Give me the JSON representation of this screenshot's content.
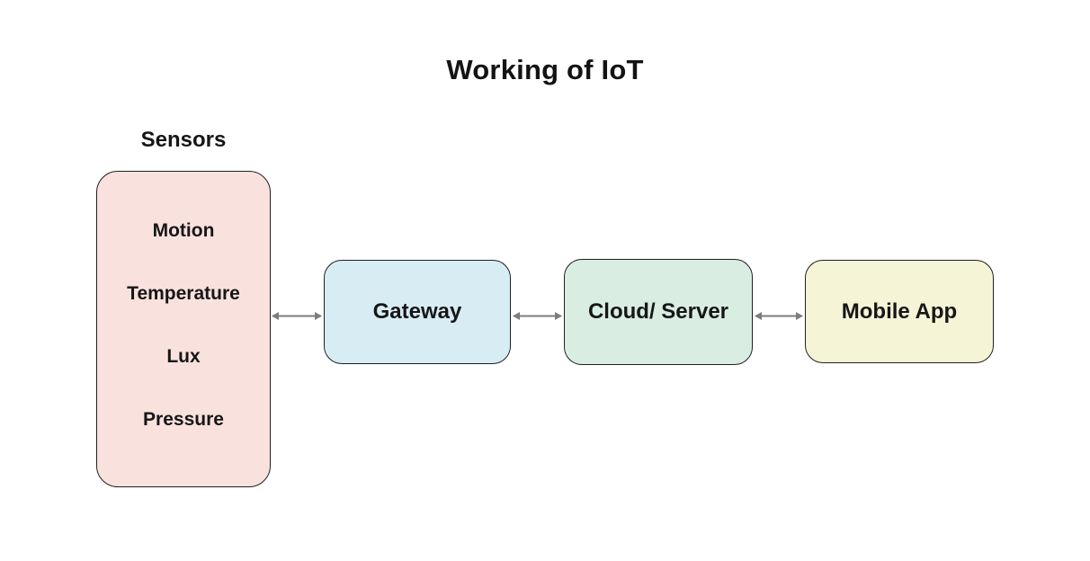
{
  "title": "Working of IoT",
  "diagram": {
    "sensors": {
      "label": "Sensors",
      "items": [
        "Motion",
        "Temperature",
        "Lux",
        "Pressure"
      ],
      "fill": "#f9e2de"
    },
    "nodes": [
      {
        "label": "Gateway",
        "fill": "#d8ecf4"
      },
      {
        "label": "Cloud/ Server",
        "fill": "#d9ede3"
      },
      {
        "label": "Mobile App",
        "fill": "#f5f4d7"
      }
    ],
    "arrow_color": "#7d7d7d",
    "border_color": "#1f1f1f"
  }
}
